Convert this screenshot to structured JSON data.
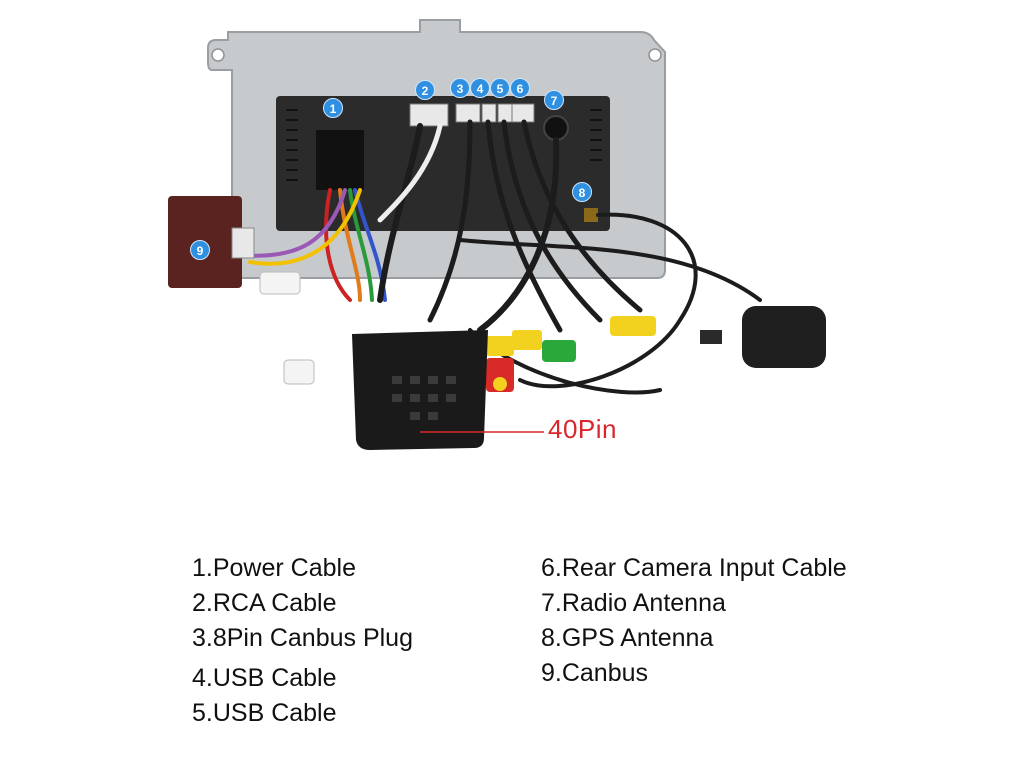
{
  "callout": {
    "connector_label": "40Pin"
  },
  "markers": [
    "1",
    "2",
    "3",
    "4",
    "5",
    "6",
    "7",
    "8",
    "9"
  ],
  "legend": {
    "left": [
      "1.Power Cable",
      "2.RCA Cable",
      "3.8Pin Canbus Plug",
      "4.USB Cable",
      "5.USB Cable"
    ],
    "right": [
      "6.Rear Camera Input Cable",
      "7.Radio Antenna",
      "8.GPS Antenna",
      "9.Canbus"
    ]
  },
  "colors": {
    "marker": "#2f8fe0",
    "callout_text": "#d9262c",
    "housing": "#c6cacd",
    "panel": "#2b2b2b",
    "canbus_box": "#5a2320"
  }
}
